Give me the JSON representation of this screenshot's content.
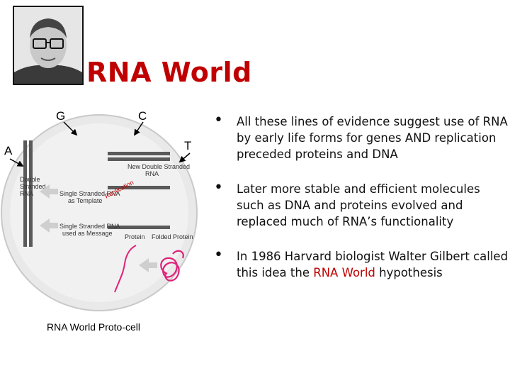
{
  "title": "RNA World",
  "diagram": {
    "letters": {
      "g": "G",
      "c": "C",
      "a": "A",
      "t": "T"
    },
    "labels": {
      "new_ds_rna_1": "New Double Stranded",
      "new_ds_rna_2": "RNA",
      "ds_rna_1": "Double",
      "ds_rna_2": "Stranded",
      "ds_rna_3": "RNA",
      "ss_template_1": "Single Stranded RNA",
      "ss_template_2": "as Template",
      "replication": "Replication",
      "ss_message_1": "Single Stranded RNA",
      "ss_message_2": "used as Message",
      "protein": "Protein",
      "folded_protein": "Folded Protein"
    },
    "caption": "RNA World Proto-cell",
    "colors": {
      "rna": "#5a5a5a",
      "protein": "#e0207a"
    }
  },
  "bullets": {
    "b1": "All these lines of evidence suggest use of RNA by early life forms for genes AND replication preceded proteins and DNA",
    "b2": "Later more stable and efficient molecules such as DNA and proteins evolved and replaced much of RNA’s functionality",
    "b3_pre": "In 1986 Harvard biologist Walter Gilbert called this idea the ",
    "b3_hl": "RNA World",
    "b3_post": " hypothesis"
  },
  "accent_color": "#c00000"
}
